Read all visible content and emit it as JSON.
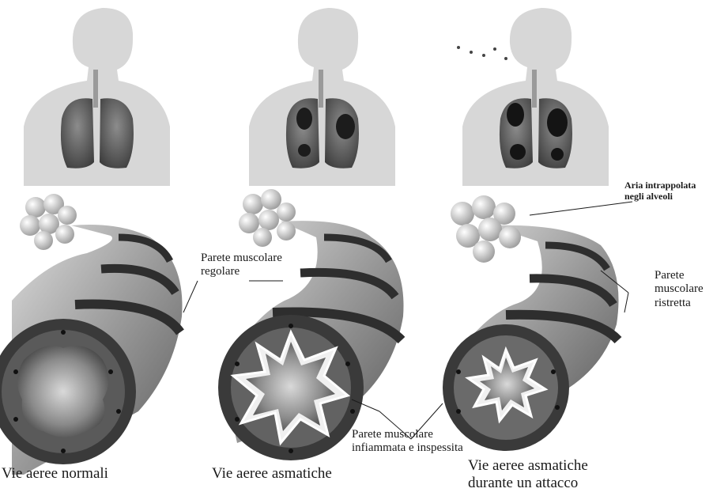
{
  "labels": {
    "parete_regolare": [
      "Parete muscolare",
      "regolare"
    ],
    "aria_intrappolata": [
      "Aria intrappolata",
      "negli alveoli"
    ],
    "parete_ristretta": [
      "Parete",
      "muscolare",
      "ristretta"
    ],
    "parete_infiammata": [
      "Parete muscolare",
      "infiammata e inspessita"
    ]
  },
  "captions": {
    "normal": "Vie aeree normali",
    "asthmatic": "Vie aeree asmatiche",
    "attack": [
      "Vie aeree asmatiche",
      "durante un attacco"
    ]
  },
  "colors": {
    "silhouette": "#d7d7d7",
    "lung_dark": "#2a2a2a",
    "lung_mid": "#6d6d6d",
    "airway_band": "#3a3a3a",
    "airway_light": "#b9b9b9",
    "lumen": "#7a7a7a"
  }
}
